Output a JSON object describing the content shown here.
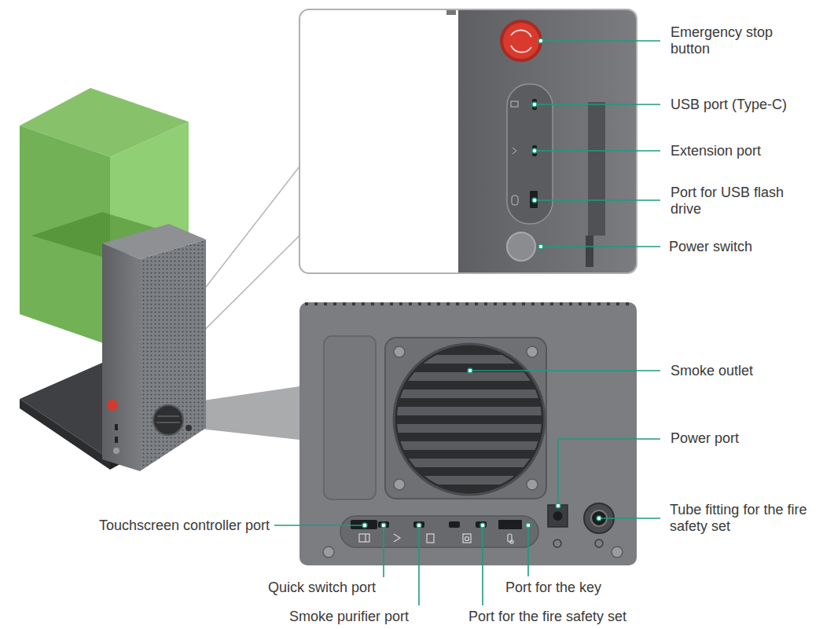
{
  "diagram": {
    "labels": [
      "Emergency stop button",
      "USB port (Type-C)",
      "Extension port",
      "Port for USB flash drive",
      "Power switch",
      "Smoke outlet",
      "Power port",
      "Tube fitting for the fire safety set",
      "Touchscreen controller port",
      "Quick switch port",
      "Smoke purifier port",
      "Port for the key",
      "Port for the fire safety set"
    ]
  }
}
